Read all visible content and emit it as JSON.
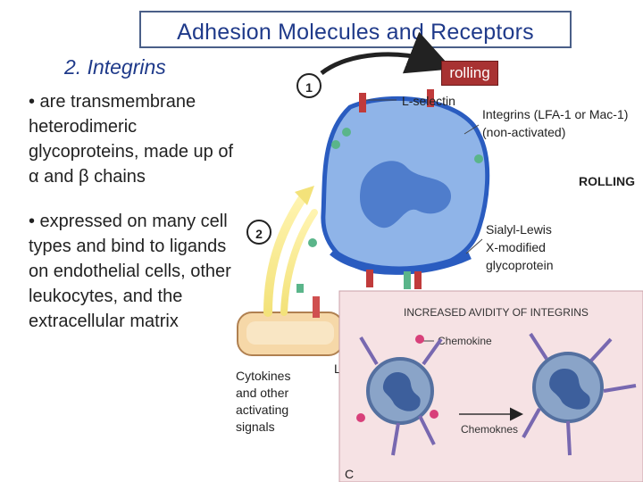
{
  "slide": {
    "title": "Adhesion Molecules and Receptors",
    "subtitle": "2. Integrins",
    "bullets": [
      "• are transmembrane heterodimeric glycoproteins, made up of α and β chains",
      "• expressed on many cell types and bind to ligands on endothelial cells, other leukocytes, and the extracellular matrix"
    ]
  },
  "figure": {
    "tag": "rolling",
    "step1": "1",
    "step2": "2",
    "l_selectin": "L-selectin",
    "integrins_line1": "Integrins (LFA-1 or Mac-1)",
    "integrins_line2": "(non-activated)",
    "rolling_label": "ROLLING",
    "sialyl_line1": "Sialyl-Lewis",
    "sialyl_line2": "X-modified",
    "sialyl_line3": "glycoprotein",
    "cytokines_line1": "Cytokines",
    "cytokines_line2": "and other",
    "cytokines_line3": "activating",
    "cytokines_line4": "signals",
    "inset_title": "INCREASED AVIDITY OF INTEGRINS",
    "chemokine": "Chemokine",
    "chemokines": "Chemoknes",
    "panel_letter": "C",
    "partial_letter": "L"
  },
  "colors": {
    "title": "#1f3a8a",
    "tag_bg": "#a83232",
    "cell_fill": "#8fb4e8",
    "cell_membrane": "#2a5cc0",
    "inset_bg": "#f6e2e4"
  }
}
